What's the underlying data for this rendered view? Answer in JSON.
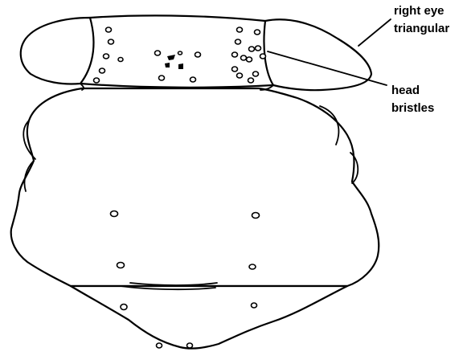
{
  "labels": {
    "right_eye_line1": "right eye",
    "right_eye_line2": "triangular",
    "head_bristles_line1": "head",
    "head_bristles_line2": "bristles"
  },
  "colors": {
    "ink": "#000000",
    "paper": "#ffffff"
  }
}
